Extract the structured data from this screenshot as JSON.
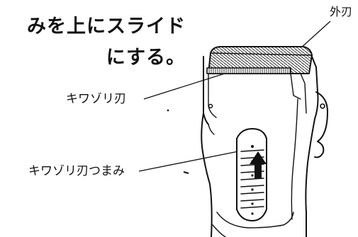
{
  "instruction": {
    "line1": "みを上にスライド",
    "line2": "にする。"
  },
  "labels": {
    "outer_blade": "外刃",
    "trimmer_blade": "キワゾリ刃",
    "trimmer_knob": "キワゾリ刃つまみ"
  }
}
